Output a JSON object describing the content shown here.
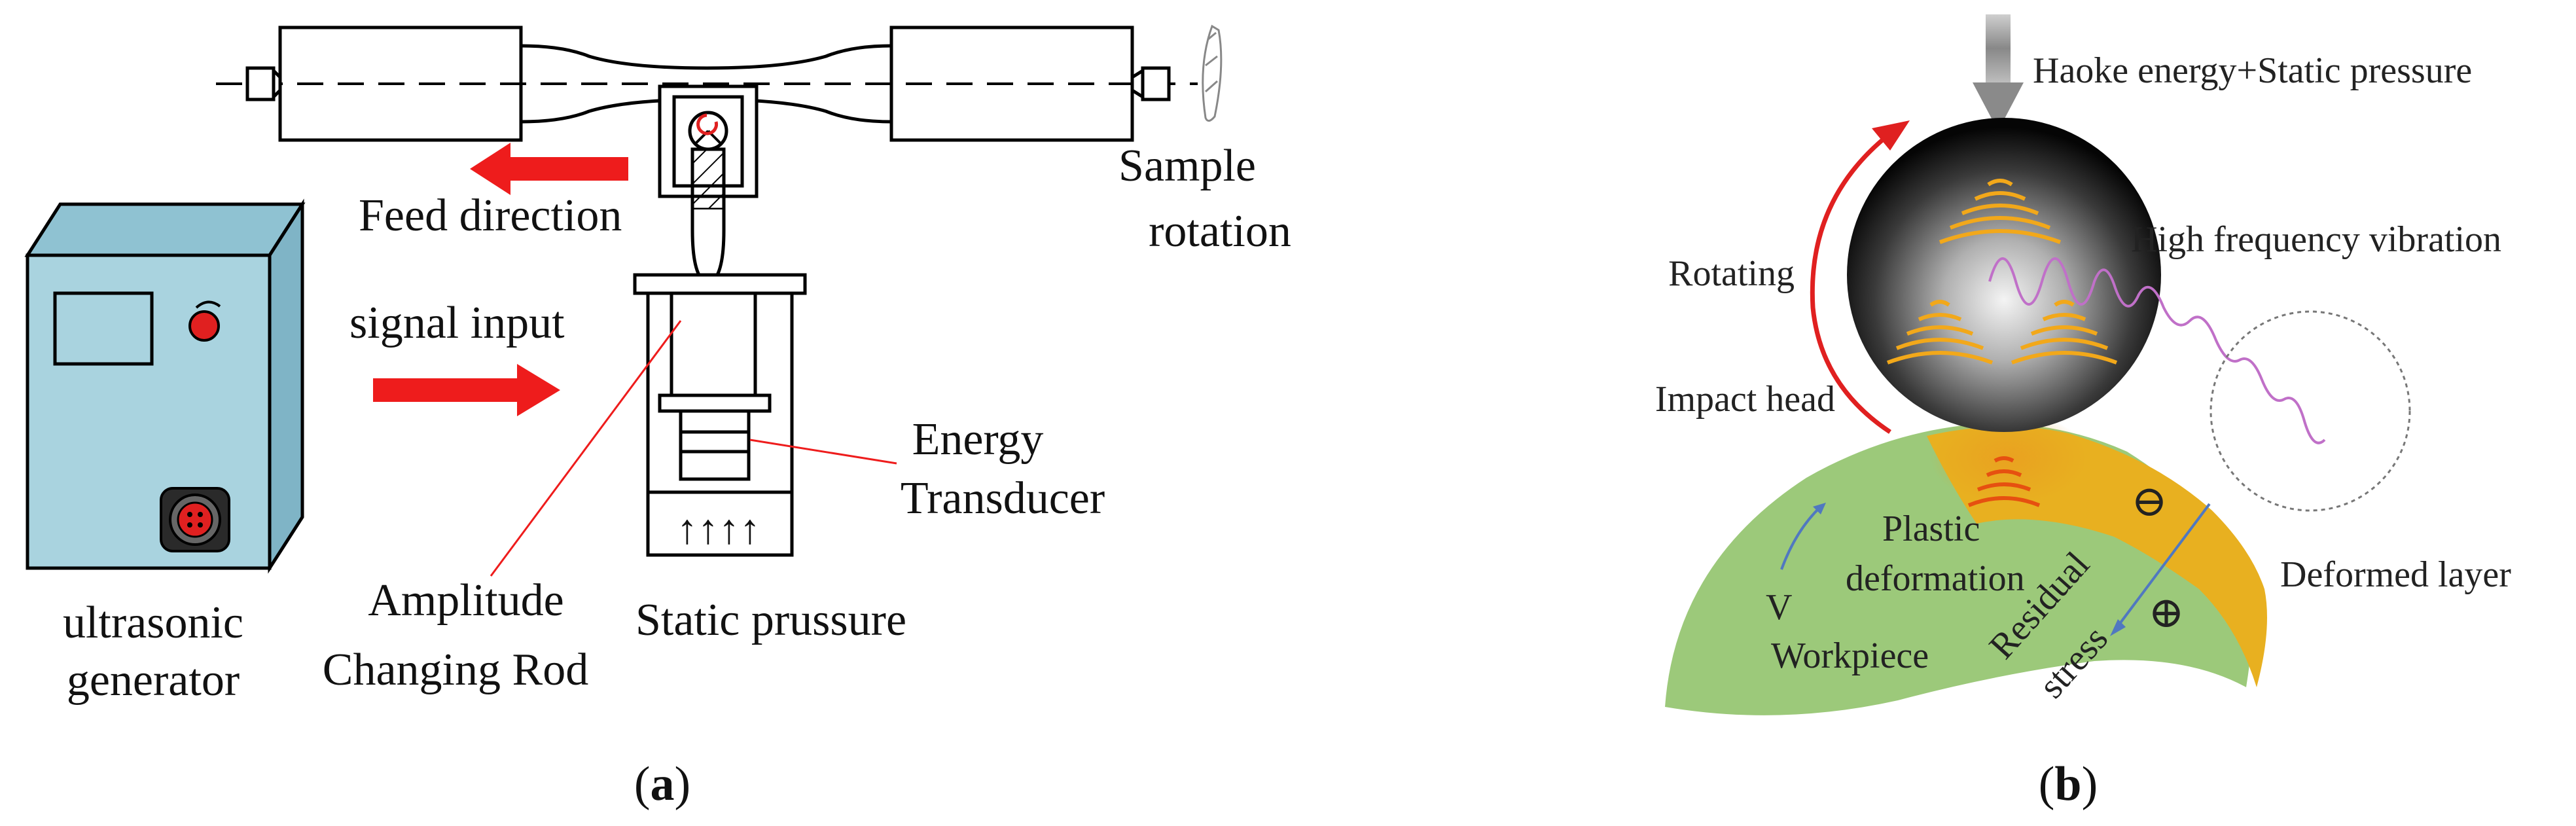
{
  "panel_a": {
    "caption_open": "(",
    "caption_letter": "a",
    "caption_close": ")",
    "labels": {
      "sample_rotation_1": "Sample",
      "sample_rotation_2": "rotation",
      "feed_direction": "Feed direction",
      "signal_input": "signal input",
      "energy_transducer_1": "Energy",
      "energy_transducer_2": "Transducer",
      "amplitude_rod_1": "Amplitude",
      "amplitude_rod_2": "Changing Rod",
      "static_pressure": "Static prussure",
      "generator_1": "ultrasonic",
      "generator_2": "generator",
      "pressure_arrows": "↑↑↑↑"
    },
    "colors": {
      "arrow": "#ee1c1c",
      "generator_body": "#a9d3df",
      "knob": "#e02020"
    }
  },
  "panel_b": {
    "caption_open": "(",
    "caption_letter": "b",
    "caption_close": ")",
    "labels": {
      "force": "Haoke energy+Static pressure",
      "rotating": "Rotating",
      "vibration": "High frequency vibration",
      "impact_head": "Impact head",
      "plastic_1": "Plastic",
      "plastic_2": "deformation",
      "velocity": "V",
      "workpiece": "Workpiece",
      "residual_1": "Residual",
      "residual_2": "stress",
      "deformed_layer": "Deformed layer",
      "minus": "⊖",
      "plus": "⊕"
    },
    "colors": {
      "workpiece": "#9cc97a",
      "deformed": "#e8b020",
      "wave": "#f2a81a",
      "vibration": "#c070c8",
      "rotation_arrow": "#e02020"
    }
  }
}
